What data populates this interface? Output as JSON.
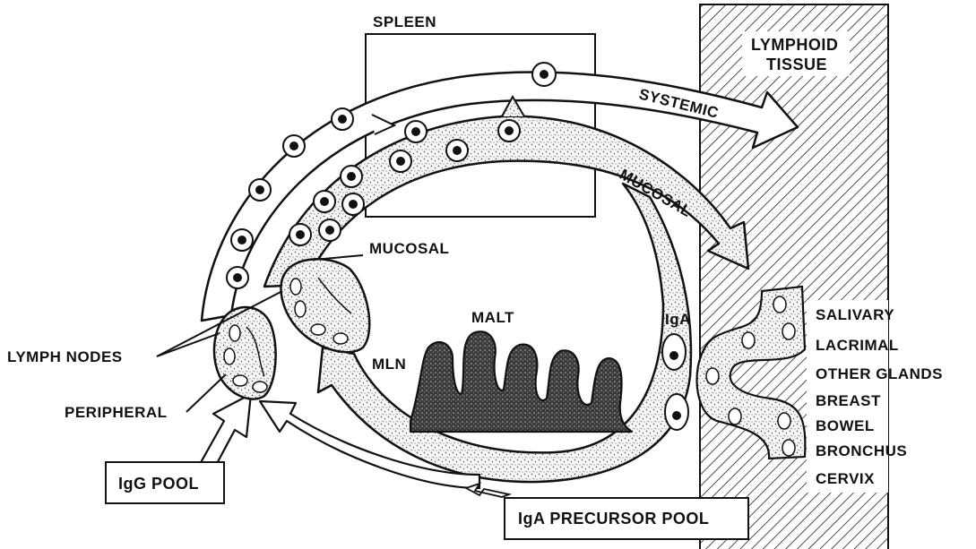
{
  "diagram": {
    "spleen_label": "SPLEEN",
    "lymphoid_tissue_line1": "LYMPHOID",
    "lymphoid_tissue_line2": "TISSUE",
    "systemic_label": "SYSTEMIC",
    "mucosal_arrow_label": "MUCOSAL",
    "mucosal_node_label": "MUCOSAL",
    "malt_label": "MALT",
    "iga_label": "IgA",
    "mln_label": "MLN",
    "lymph_nodes_label": "LYMPH NODES",
    "peripheral_label": "PERIPHERAL",
    "igg_pool_label": "IgG POOL",
    "iga_precursor_pool_label": "IgA PRECURSOR POOL",
    "tissues": [
      "SALIVARY",
      "LACRIMAL",
      "OTHER GLANDS",
      "BREAST",
      "BOWEL",
      "BRONCHUS",
      "CERVIX"
    ]
  }
}
